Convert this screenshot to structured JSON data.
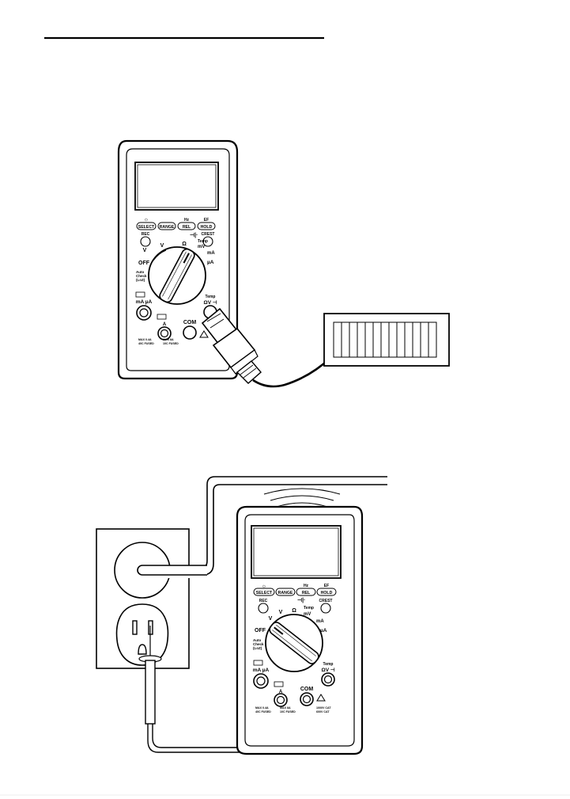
{
  "meter": {
    "buttons": [
      {
        "top": "☼",
        "label": "SELECT"
      },
      {
        "top": "",
        "label": "RANGE"
      },
      {
        "top": "Hz",
        "label": "REL"
      },
      {
        "top": "EF",
        "label": "HOLD"
      }
    ],
    "side_buttons": [
      "REC",
      "CREST"
    ],
    "dial_labels": {
      "off": "OFF",
      "v_ac": "V",
      "v_dc": "V",
      "ohm": "Ω",
      "temp_mv": "Temp\nmV",
      "ma": "mA",
      "ua": "µA",
      "auto": "Auto\nCheck\n(LoZ)"
    },
    "jacks": {
      "ma_ua": "mA µA",
      "a": "A",
      "com": "COM",
      "temp": "Temp\nΩV"
    },
    "fuse_labels": [
      "MAX 0.4A\n40C FUSED",
      "MAX 8A\n10C FUSED"
    ],
    "warning": "600V CAT III"
  },
  "colors": {
    "ink": "#000000",
    "paper": "#ffffff"
  }
}
